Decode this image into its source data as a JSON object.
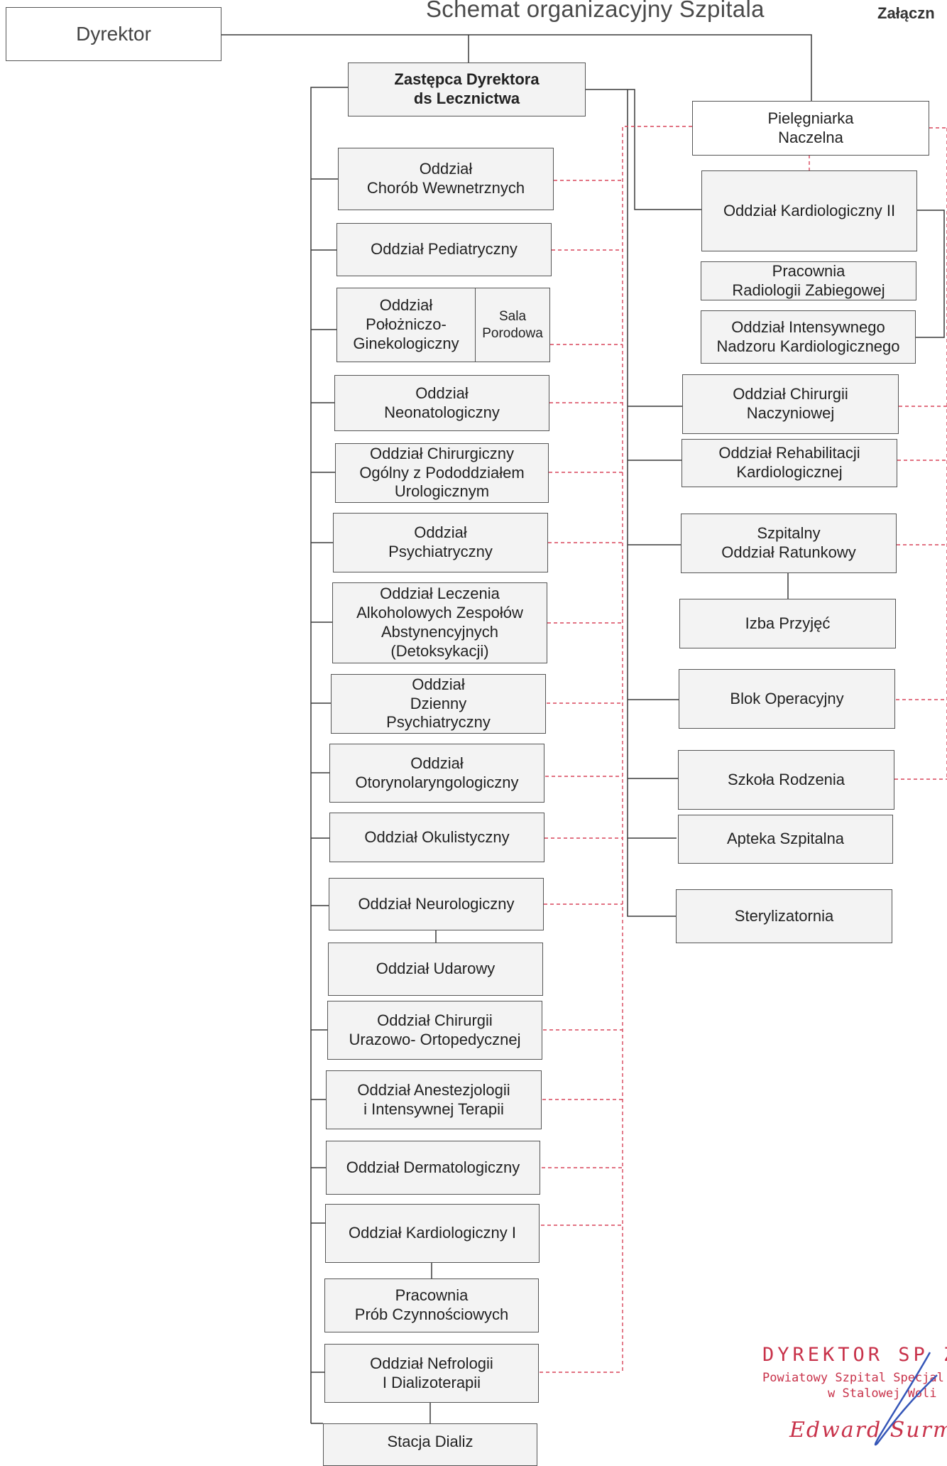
{
  "header": {
    "title": "Schemat organizacyjny Szpitala",
    "attachment": "Załączn"
  },
  "boxes": {
    "director": "Dyrektor",
    "deputy": "Zastępca Dyrektora\nds Lecznictwa",
    "head_nurse": "Pielęgniarka\nNaczelna",
    "internal": "Oddział\nChorób Wewnetrznych",
    "pediatric": "Oddział Pediatryczny",
    "obstetric": "Oddział\nPołożniczo-\nGinekologiczny",
    "delivery_room": "Sala\nPorodowa",
    "neonatal": "Oddział\nNeonatologiczny",
    "surgical": "Oddział Chirurgiczny\nOgólny z Pododdziałem\nUrologicznym",
    "psychiatric": "Oddział\nPsychiatryczny",
    "alcohol": "Oddział Leczenia\nAlkoholowych Zespołów\nAbstynencyjnych\n(Detoksykacji)",
    "day_psychiatric": "Oddział\nDzienny\nPsychiatryczny",
    "ent": "Oddział\nOtorynolaryngologiczny",
    "ophthalmology": "Oddział  Okulistyczny",
    "neurology": "Oddział Neurologiczny",
    "stroke": "Oddział Udarowy",
    "trauma": "Oddział Chirurgii\nUrazowo- Ortopedycznej",
    "anesthesiology": "Oddział Anestezjologii\ni Intensywnej Terapii",
    "dermatology": "Oddział Dermatologiczny",
    "cardiology_1": "Oddział Kardiologiczny I",
    "function_tests": "Pracownia\nPrób Czynnościowych",
    "nephrology": "Oddział Nefrologii\nI Dializoterapii",
    "dialysis": "Stacja Dializ",
    "cardiology_2": "Oddział Kardiologiczny II",
    "interventional_radiology": "Pracownia\nRadiologii Zabiegowej",
    "cardiac_icu": "Oddział Intensywnego\nNadzoru Kardiologicznego",
    "vascular": "Oddział Chirurgii\nNaczyniowej",
    "cardiac_rehab": "Oddział Rehabilitacji\nKardiologicznej",
    "emergency": "Szpitalny\nOddział Ratunkowy",
    "admissions": "Izba Przyjęć",
    "operating_block": "Blok Operacyjny",
    "birth_school": "Szkoła Rodzenia",
    "pharmacy": "Apteka Szpitalna",
    "sterilization": "Sterylizatornia"
  },
  "stamp": {
    "title": "DYREKTOR SP Z",
    "line1": "Powiatowy Szpital Specjal",
    "line2": "w Stalowej Woli",
    "signature": "Edward Surma"
  },
  "colors": {
    "solid_line": "#3a3a3a",
    "dashed_line": "#d9455a",
    "stamp": "#c8324a"
  }
}
